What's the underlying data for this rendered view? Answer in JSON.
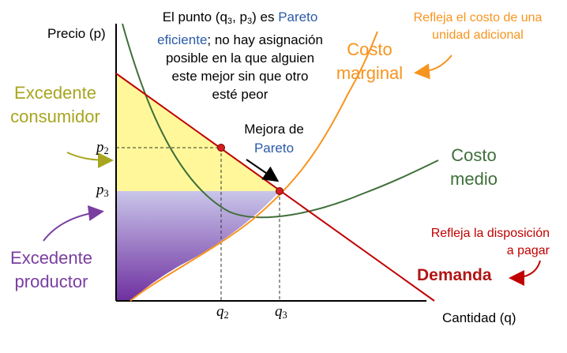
{
  "axes": {
    "y_label": "Precio (p)",
    "x_label": "Cantidad (q)"
  },
  "ticks": {
    "p2": {
      "base": "p",
      "sub": "2"
    },
    "p3": {
      "base": "p",
      "sub": "3"
    },
    "q2": {
      "base": "q",
      "sub": "2"
    },
    "q3": {
      "base": "q",
      "sub": "3"
    }
  },
  "annotations": {
    "top_center": {
      "line1_a": "El punto (q",
      "line1_sub1": "3",
      "line1_b": ", p",
      "line1_sub2": "3",
      "line1_c": ") es ",
      "line1_blue": "Pareto",
      "line2_blue": "eficiente",
      "line2_rest": "; no hay asignación",
      "line3": "posible en la que alguien",
      "line4": "este mejor sin que otro",
      "line5": "esté peor"
    },
    "marginal_note": {
      "line1": "Refleja el costo de una",
      "line2": "unidad adicional"
    },
    "costo_marginal": {
      "line1": "Costo",
      "line2": "marginal"
    },
    "costo_medio": {
      "line1": "Costo",
      "line2": "medio"
    },
    "excedente_consumidor": {
      "line1": "Excedente",
      "line2": "consumidor"
    },
    "excedente_productor": {
      "line1": "Excedente",
      "line2": "productor"
    },
    "mejora": {
      "line1": "Mejora de",
      "line2": "Pareto"
    },
    "disposicion": {
      "line1": "Refleja la disposición",
      "line2": "a pagar"
    },
    "demanda": "Demanda"
  },
  "colors": {
    "demand": "#c00000",
    "marginal_cost": "#f7941d",
    "average_cost": "#3f6f3a",
    "consumer_surplus": "#fff799",
    "producer_surplus_top": "#c9c6ea",
    "producer_surplus_bottom": "#6f30a0",
    "blue_text": "#2a5aa8",
    "olive_text": "#a8a520",
    "purple_text": "#7a3ea1"
  }
}
